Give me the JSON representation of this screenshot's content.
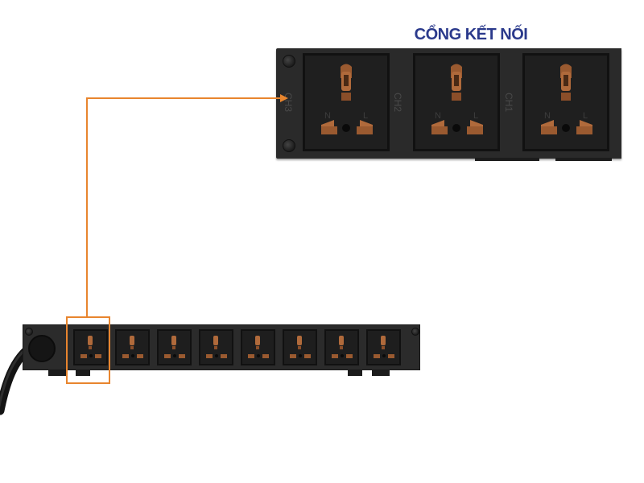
{
  "title": "CỔNG KẾT NỐI",
  "channel_labels": [
    "CH3",
    "CH2",
    "CH1"
  ],
  "socket_labels": {
    "neutral": "N",
    "live": "L"
  },
  "pdu": {
    "outlet_count": 8
  },
  "colors": {
    "title": "#2b3a8c",
    "callout": "#e8852e",
    "panel": "#2a2a2a",
    "copper": "#b06a3b"
  },
  "icons": {
    "socket": "universal-power-socket-icon",
    "cable": "power-cable-icon",
    "arrow": "arrow-head-icon"
  }
}
